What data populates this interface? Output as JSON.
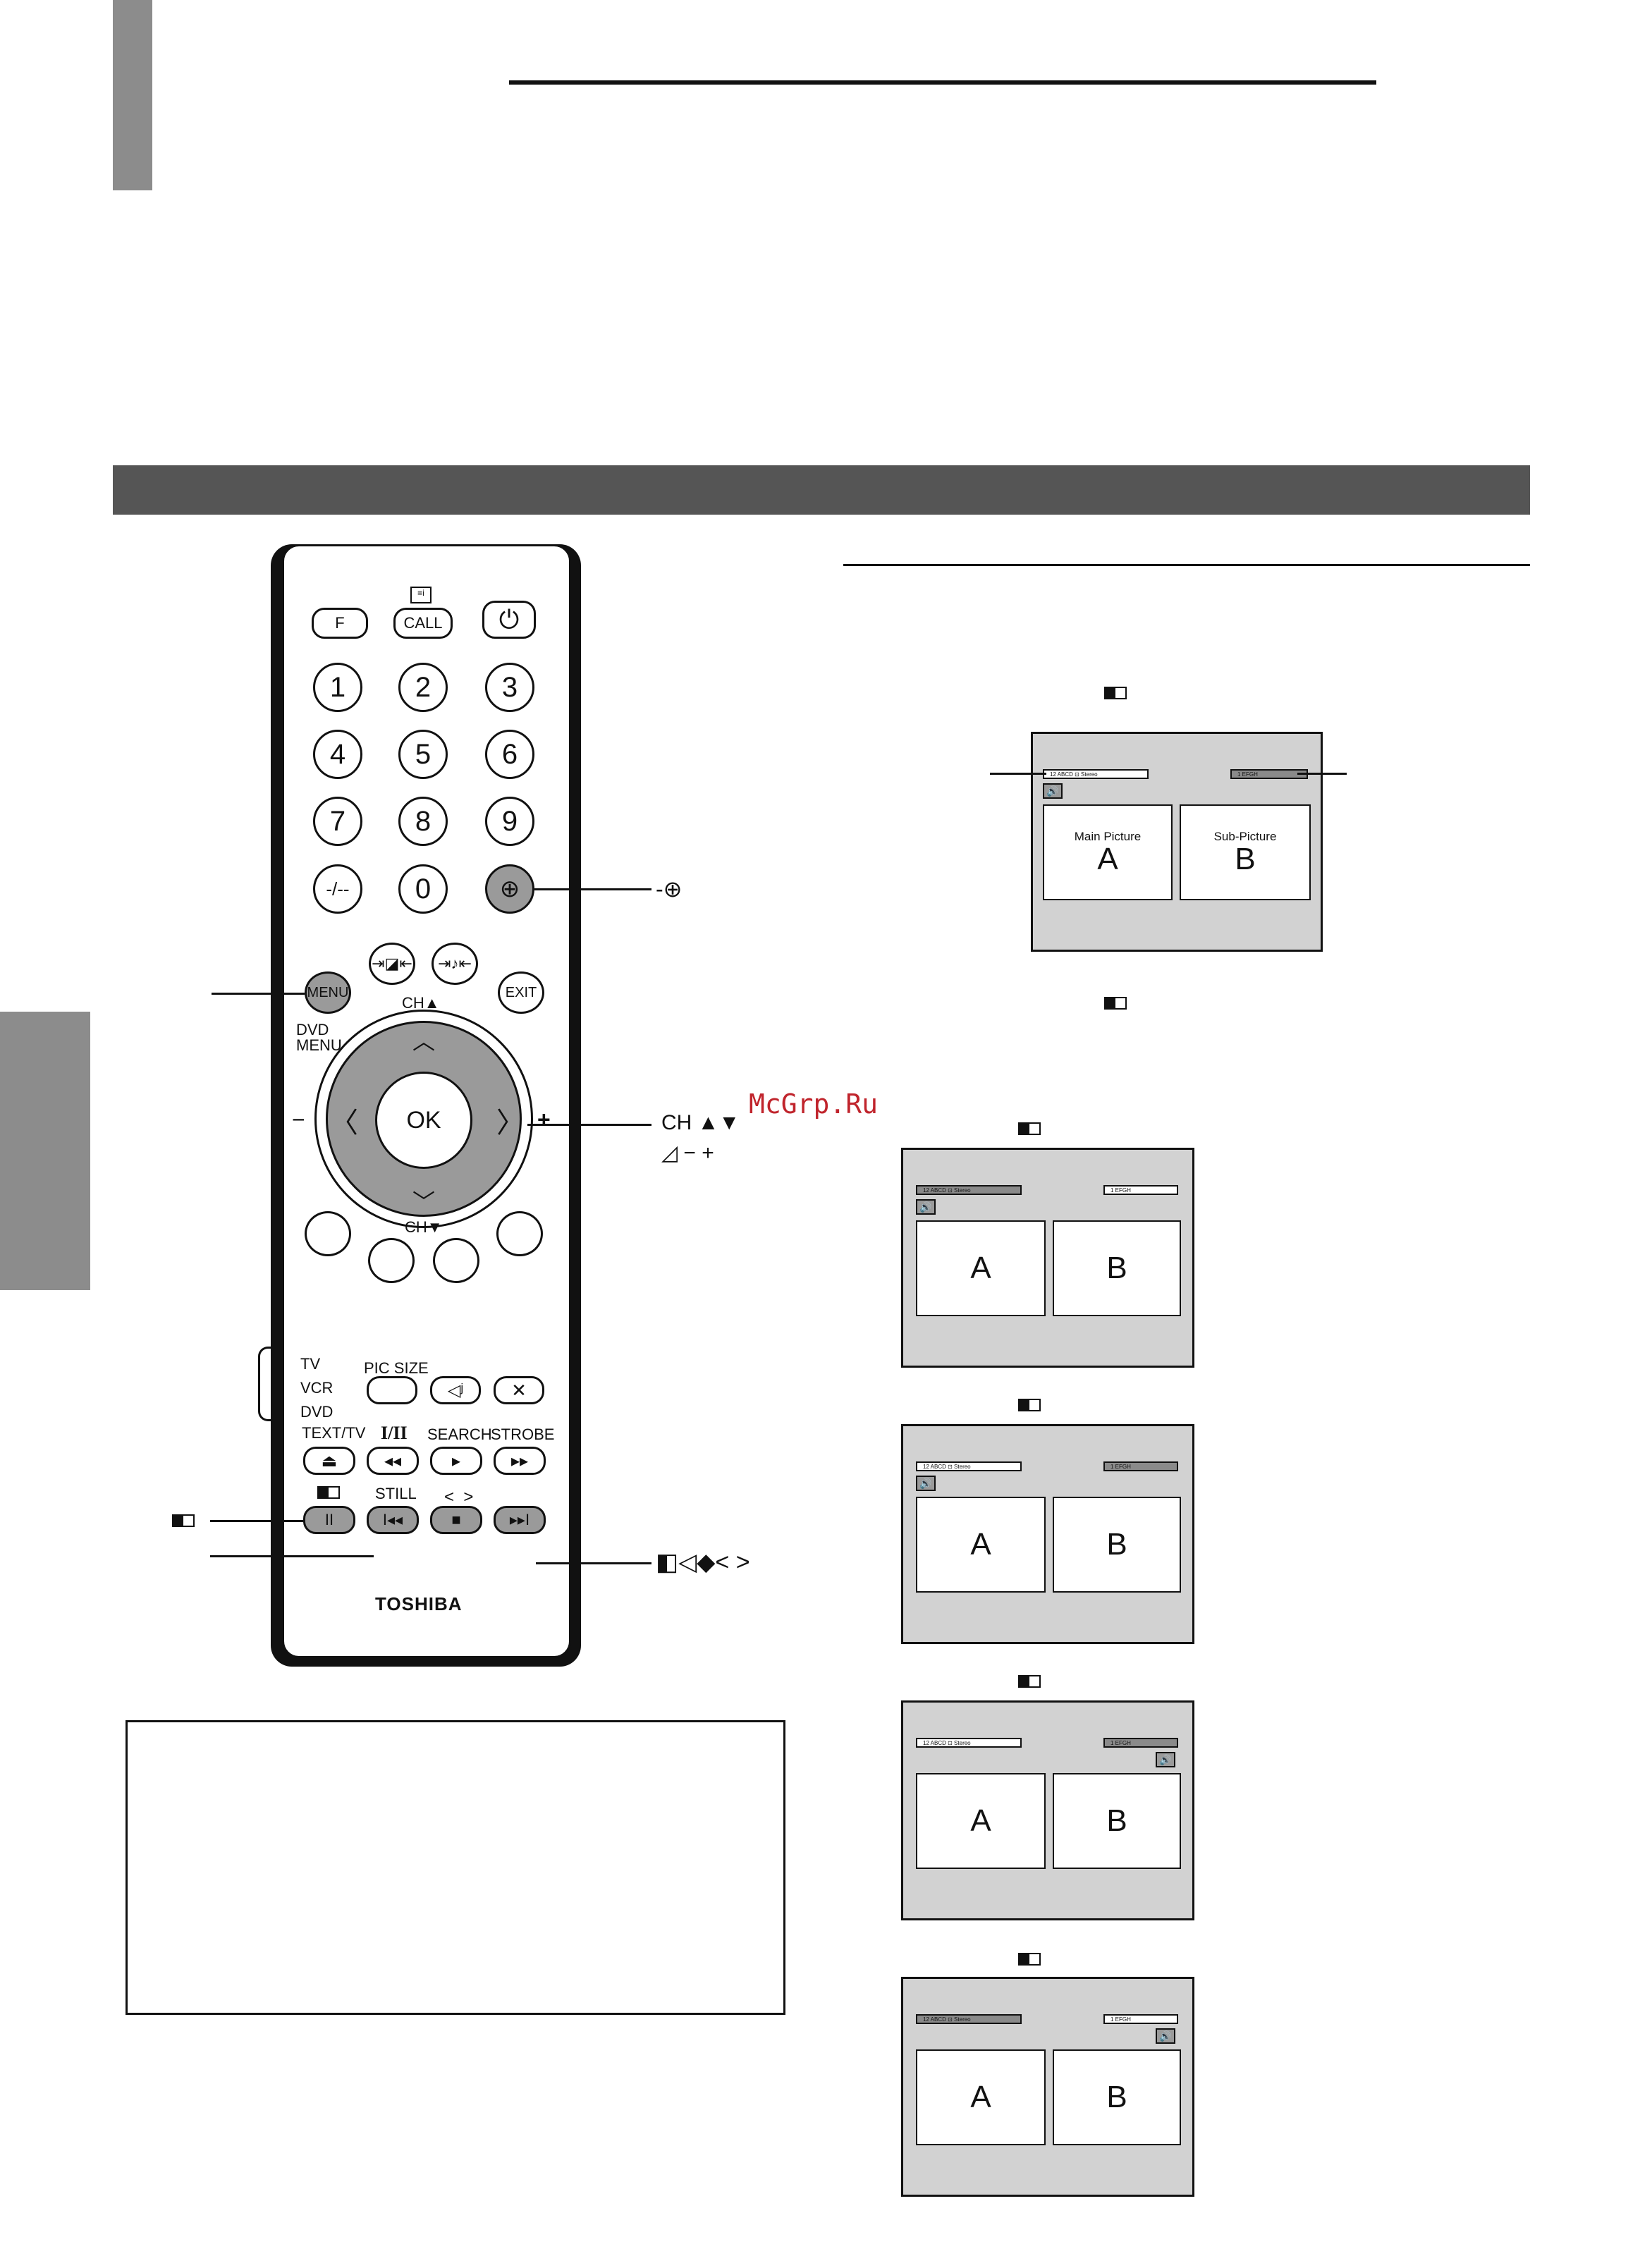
{
  "remote": {
    "brand": "TOSHIBA",
    "top_buttons": {
      "f": "F",
      "call": "CALL"
    },
    "digits": [
      "1",
      "2",
      "3",
      "4",
      "5",
      "6",
      "7",
      "8",
      "9",
      "-/--",
      "0"
    ],
    "menu": "MENU",
    "exit": "EXIT",
    "dvd_menu": "DVD\nMENU",
    "ch_up": "CH▲",
    "ch_down": "CH▼",
    "ok": "OK",
    "vol_minus": "−",
    "vol_plus": "+",
    "modes": [
      "TV",
      "VCR",
      "DVD"
    ],
    "pic_size": "PIC SIZE",
    "text_tv": "TEXT/TV",
    "i_ii": "I/II",
    "search": "SEARCH",
    "strobe": "STROBE",
    "still": "STILL",
    "transport_arrows": "<  >"
  },
  "callouts": {
    "input": "-⊕",
    "ch_vol_line1": "CH ▲▼",
    "ch_vol_line2": "◿ − +",
    "pip_controls": "◧◁◆< >"
  },
  "watermark": "McGrp.Ru",
  "screens": [
    {
      "left": "12   ABCD   ⊡ Stereo",
      "right": "1   EFGH",
      "a": "A",
      "b": "B",
      "cap_a": "Main Picture",
      "cap_b": "Sub-Picture"
    },
    {
      "left": "12   ABCD   ⊡ Stereo",
      "right": "1   EFGH",
      "a": "A",
      "b": "B"
    },
    {
      "left": "12   ABCD   ⊡ Stereo",
      "right": "1   EFGH",
      "a": "A",
      "b": "B"
    },
    {
      "left": "12   ABCD   ⊡ Stereo",
      "right": "1   EFGH",
      "a": "A",
      "b": "B"
    },
    {
      "left": "12   ABCD   ⊡ Stereo",
      "right": "1   EFGH",
      "a": "A",
      "b": "B"
    }
  ]
}
